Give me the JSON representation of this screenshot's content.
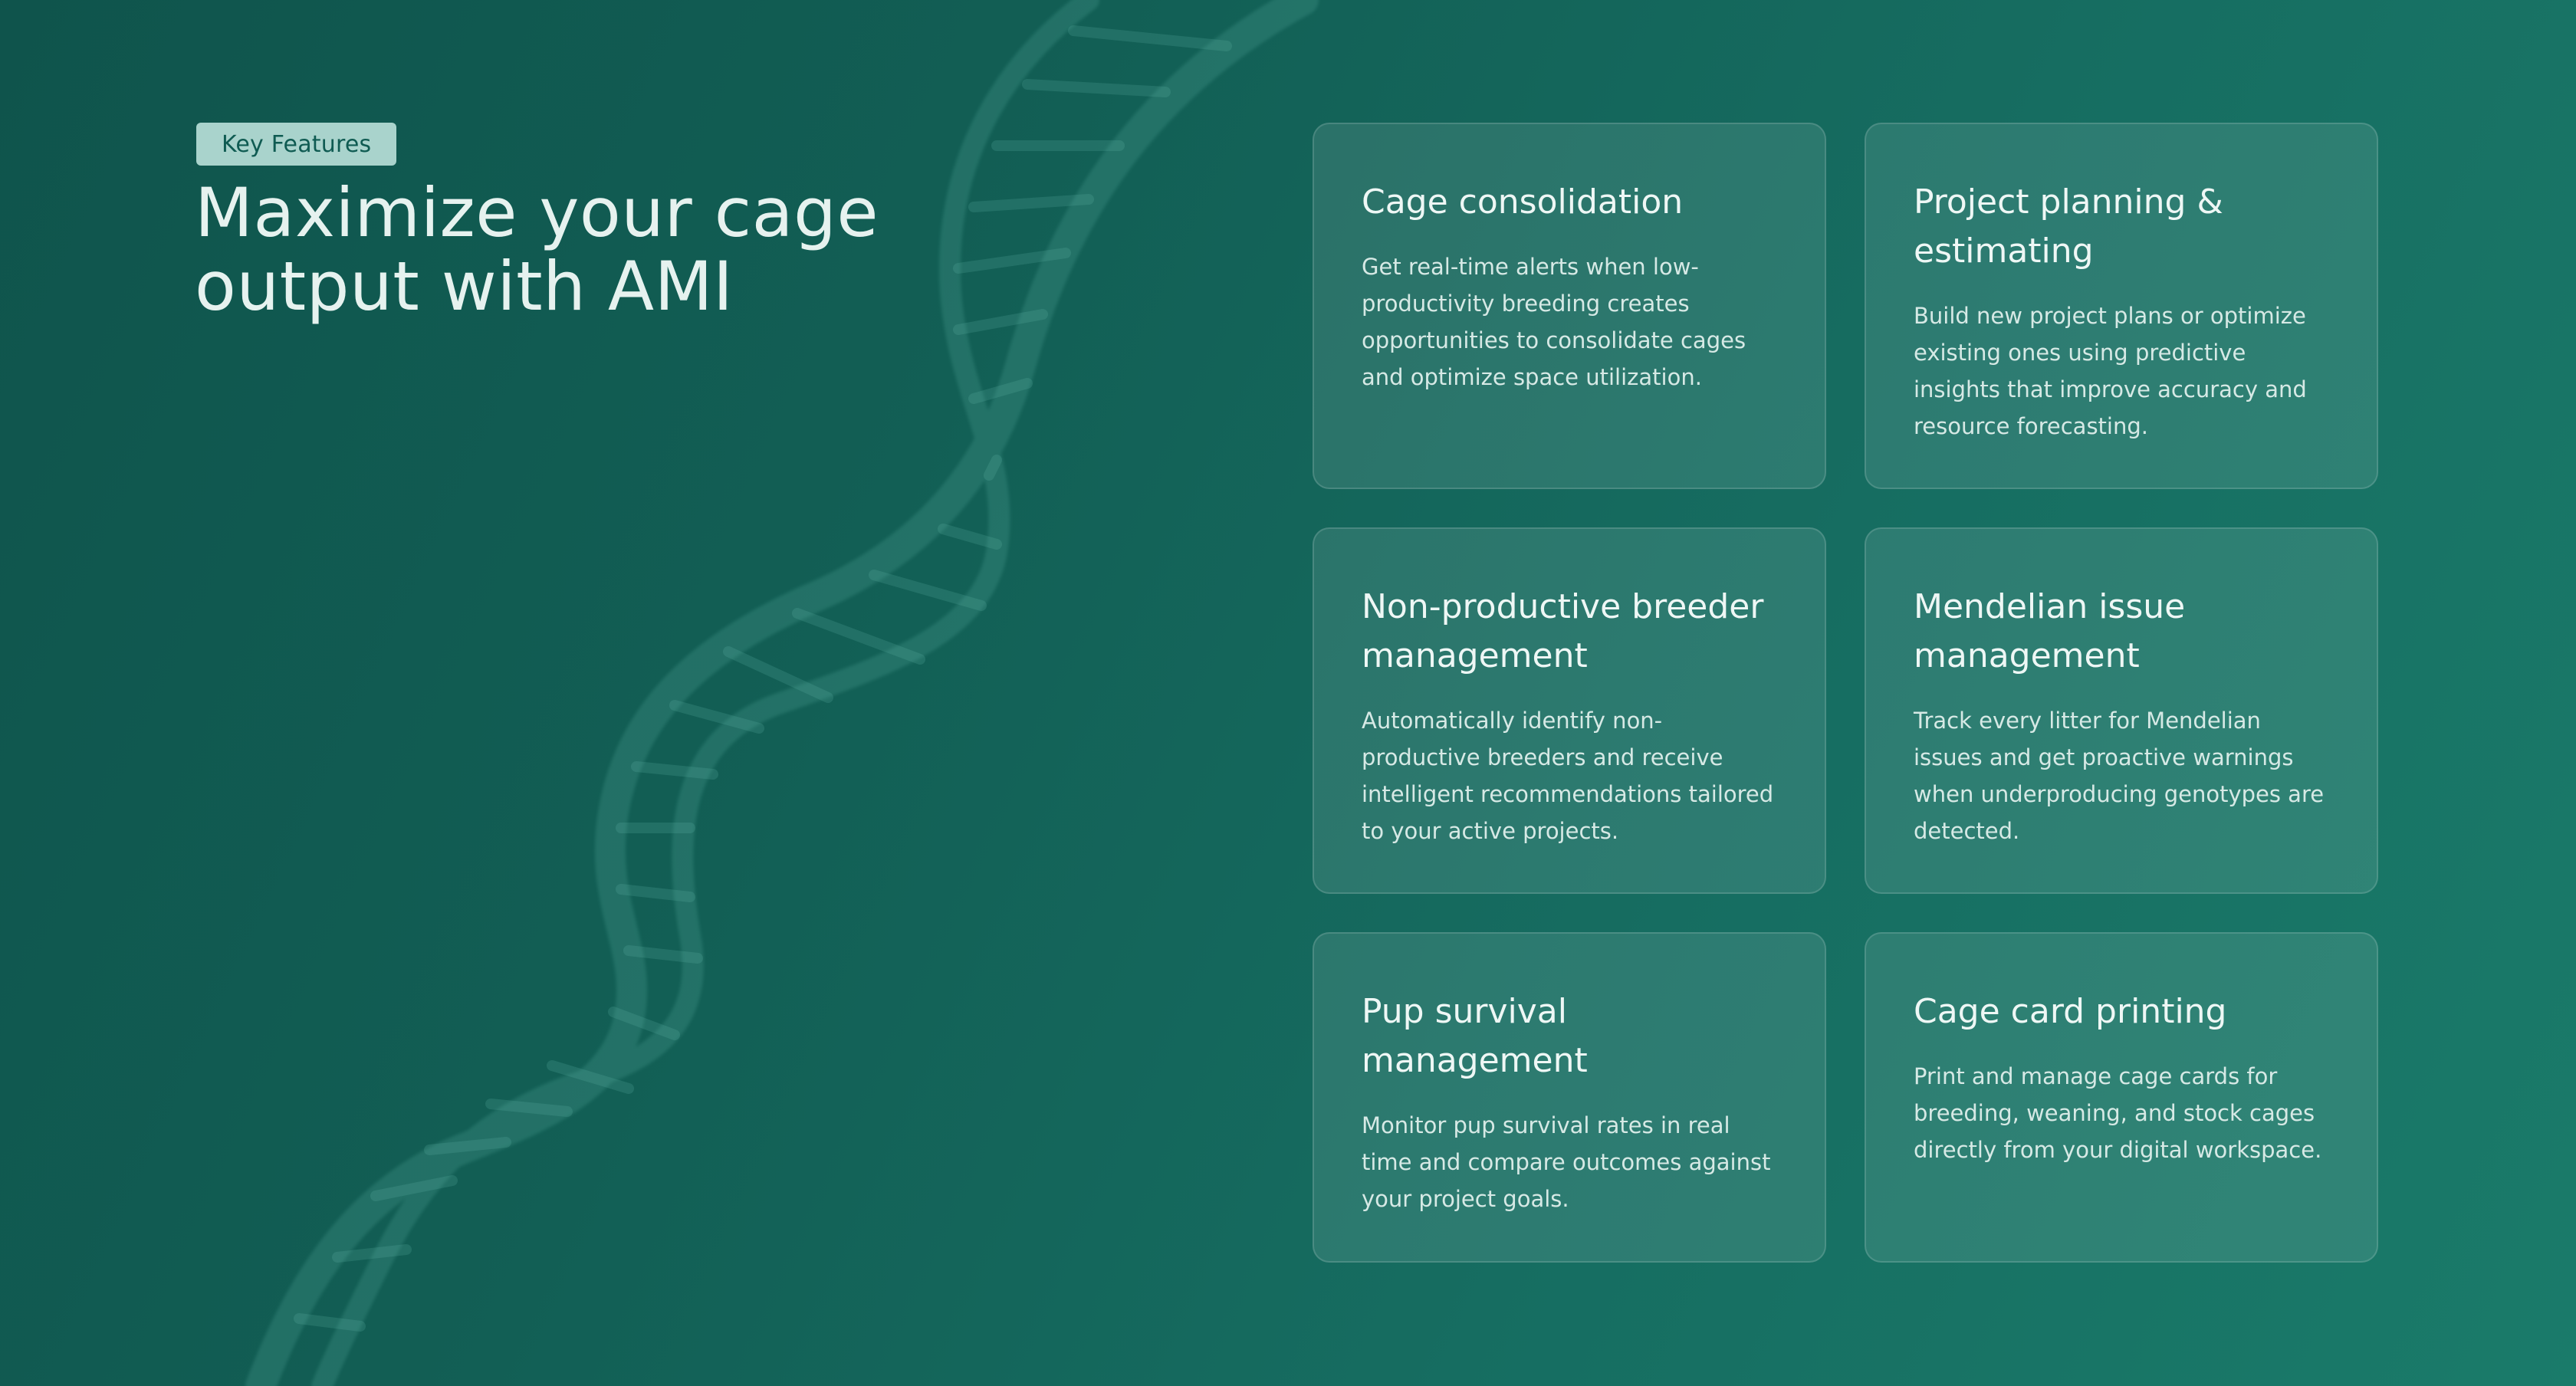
{
  "header": {
    "badge": "Key Features",
    "title": "Maximize your cage output with AMI"
  },
  "features": [
    {
      "title": "Cage consolidation",
      "description": "Get real-time alerts when low-productivity breeding creates opportunities to consolidate cages and optimize space utilization."
    },
    {
      "title": "Project planning & estimating",
      "description": "Build new project plans or optimize existing ones using predictive insights that improve accuracy and resource forecasting."
    },
    {
      "title": "Non-productive breeder management",
      "description": "Automatically identify non-productive breeders and receive intelligent recommendations tailored to your active projects."
    },
    {
      "title": "Mendelian issue management",
      "description": "Track every litter for Mendelian issues and get proactive warnings when underproducing genotypes are detected."
    },
    {
      "title": "Pup survival management",
      "description": "Monitor pup survival rates in real time and compare outcomes against your project goals."
    },
    {
      "title": "Cage card printing",
      "description": "Print and manage cage cards for breeding, weaning, and stock cages directly from your digital workspace."
    }
  ],
  "colors": {
    "background_dark": "#0f544c",
    "background_light": "#1a7b6a",
    "badge_bg": "#a9d3cc",
    "badge_text": "#0f5b52"
  },
  "decorations": {
    "background_graphic": "dna-helix"
  }
}
